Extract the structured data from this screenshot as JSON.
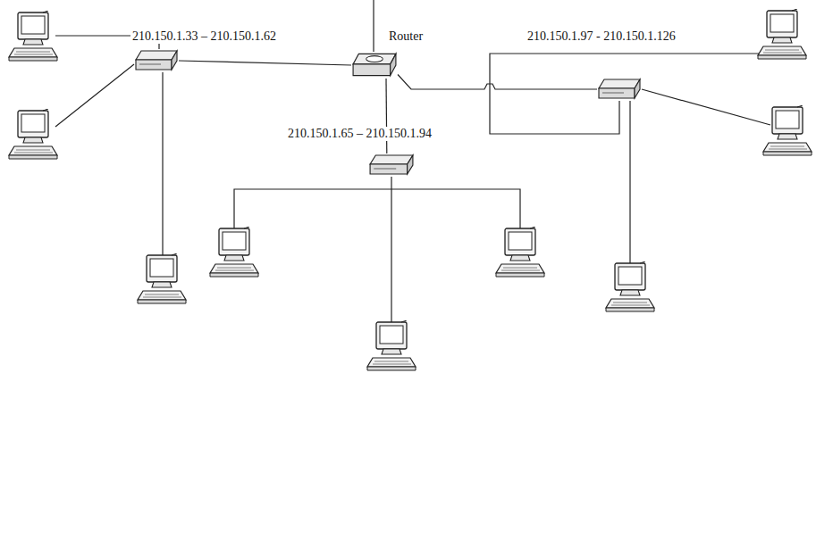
{
  "diagram": {
    "nodes": [
      {
        "text": [
          "Router"
        ]
      },
      {
        "text": [
          "210.150.1.33 – 210.150.1.62"
        ]
      },
      {
        "text": [
          "210.150.1.97 - 210.150.1.126"
        ]
      },
      {
        "text": [
          "210.150.1.65 – 210.150.1.94"
        ]
      }
    ],
    "edges": [
      {
        "from": 0,
        "to": 1,
        "arrow": "none"
      },
      {
        "from": 0,
        "to": 2,
        "arrow": "none"
      },
      {
        "from": 0,
        "to": 3,
        "arrow": "none"
      }
    ]
  }
}
